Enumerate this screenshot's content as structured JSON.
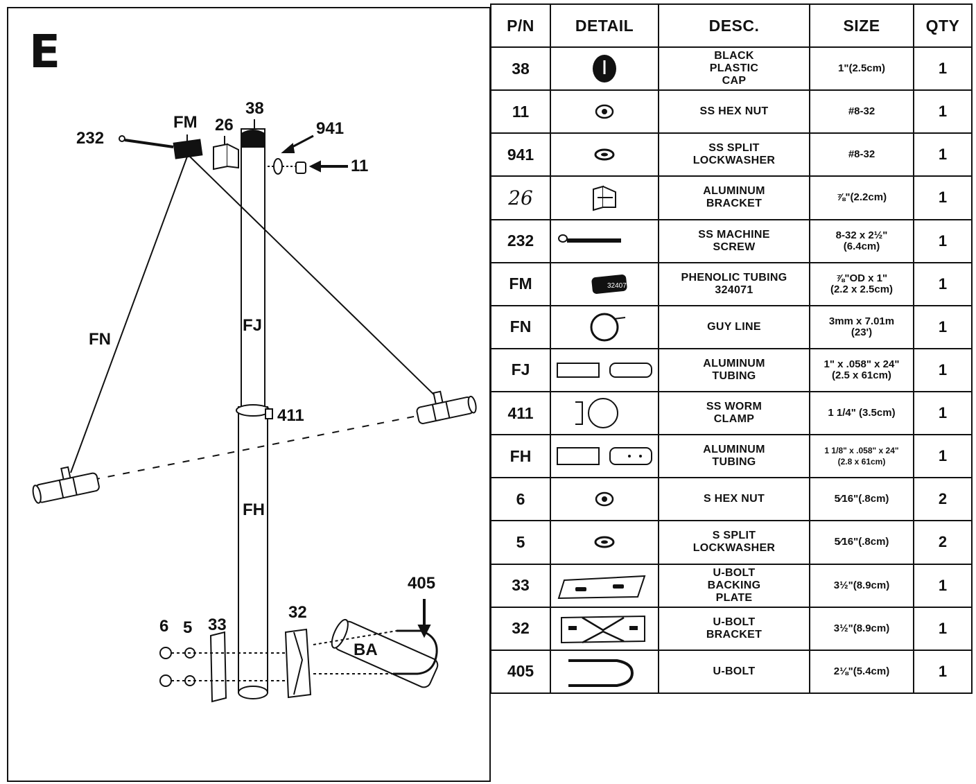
{
  "diagram": {
    "section_letter": "E",
    "callouts": {
      "c232": "232",
      "cFM": "FM",
      "c26": "26",
      "c38": "38",
      "c941": "941",
      "c11": "11",
      "cFN": "FN",
      "cFJ": "FJ",
      "c411": "411",
      "cFH": "FH",
      "c405": "405",
      "c6": "6",
      "c5": "5",
      "c33": "33",
      "c32": "32",
      "cBA": "BA"
    }
  },
  "table": {
    "headers": {
      "pn": "P/N",
      "detail": "DETAIL",
      "desc": "DESC.",
      "size": "SIZE",
      "qty": "QTY"
    },
    "rows": [
      {
        "pn": "38",
        "icon": "black-plastic-cap-icon",
        "desc": [
          "BLACK",
          "PLASTIC",
          "CAP"
        ],
        "size": [
          "1\"(2.5cm)"
        ],
        "qty": "1"
      },
      {
        "pn": "11",
        "icon": "hex-nut-icon",
        "desc": [
          "SS HEX NUT"
        ],
        "size": [
          "#8-32"
        ],
        "qty": "1"
      },
      {
        "pn": "941",
        "icon": "split-lockwasher-icon",
        "desc": [
          "SS SPLIT",
          "LOCKWASHER"
        ],
        "size": [
          "#8-32"
        ],
        "qty": "1"
      },
      {
        "pn": "26",
        "icon": "aluminum-bracket-icon",
        "desc": [
          "ALUMINUM",
          "BRACKET"
        ],
        "size": [
          "⅞\"(2.2cm)"
        ],
        "qty": "1"
      },
      {
        "pn": "232",
        "icon": "machine-screw-icon",
        "desc": [
          "SS MACHINE",
          "SCREW"
        ],
        "size": [
          "8-32 x 2½\"",
          "(6.4cm)"
        ],
        "qty": "1"
      },
      {
        "pn": "FM",
        "icon": "phenolic-tubing-icon",
        "desc": [
          "PHENOLIC TUBING",
          "324071"
        ],
        "size": [
          "⅞\"OD x 1\"",
          "(2.2 x 2.5cm)"
        ],
        "qty": "1"
      },
      {
        "pn": "FN",
        "icon": "guy-line-icon",
        "desc": [
          "GUY LINE"
        ],
        "size": [
          "3mm x 7.01m",
          "(23')"
        ],
        "qty": "1"
      },
      {
        "pn": "FJ",
        "icon": "aluminum-tubing-icon",
        "desc": [
          "ALUMINUM",
          "TUBING"
        ],
        "size": [
          "1\" x .058\" x 24\"",
          "(2.5 x 61cm)"
        ],
        "qty": "1"
      },
      {
        "pn": "411",
        "icon": "worm-clamp-icon",
        "desc": [
          "SS WORM",
          "CLAMP"
        ],
        "size": [
          "1 1/4\" (3.5cm)"
        ],
        "qty": "1"
      },
      {
        "pn": "FH",
        "icon": "swaged-tubing-icon",
        "desc": [
          "ALUMINUM",
          "TUBING"
        ],
        "size": [
          "1 1/8\" x .058\" x 24\"",
          "(2.8 x 61cm)"
        ],
        "qty": "1"
      },
      {
        "pn": "6",
        "icon": "hex-nut-icon",
        "desc": [
          "S HEX NUT"
        ],
        "size": [
          "5⁄16\"(.8cm)"
        ],
        "qty": "2"
      },
      {
        "pn": "5",
        "icon": "split-lockwasher-icon",
        "desc": [
          "S SPLIT",
          "LOCKWASHER"
        ],
        "size": [
          "5⁄16\"(.8cm)"
        ],
        "qty": "2"
      },
      {
        "pn": "33",
        "icon": "backing-plate-icon",
        "desc": [
          "U-BOLT",
          "BACKING",
          "PLATE"
        ],
        "size": [
          "3½\"(8.9cm)"
        ],
        "qty": "1"
      },
      {
        "pn": "32",
        "icon": "u-bolt-bracket-icon",
        "desc": [
          "U-BOLT",
          "BRACKET"
        ],
        "size": [
          "3½\"(8.9cm)"
        ],
        "qty": "1"
      },
      {
        "pn": "405",
        "icon": "u-bolt-icon",
        "desc": [
          "U-BOLT"
        ],
        "size": [
          "2⅛\"(5.4cm)"
        ],
        "qty": "1"
      }
    ]
  }
}
